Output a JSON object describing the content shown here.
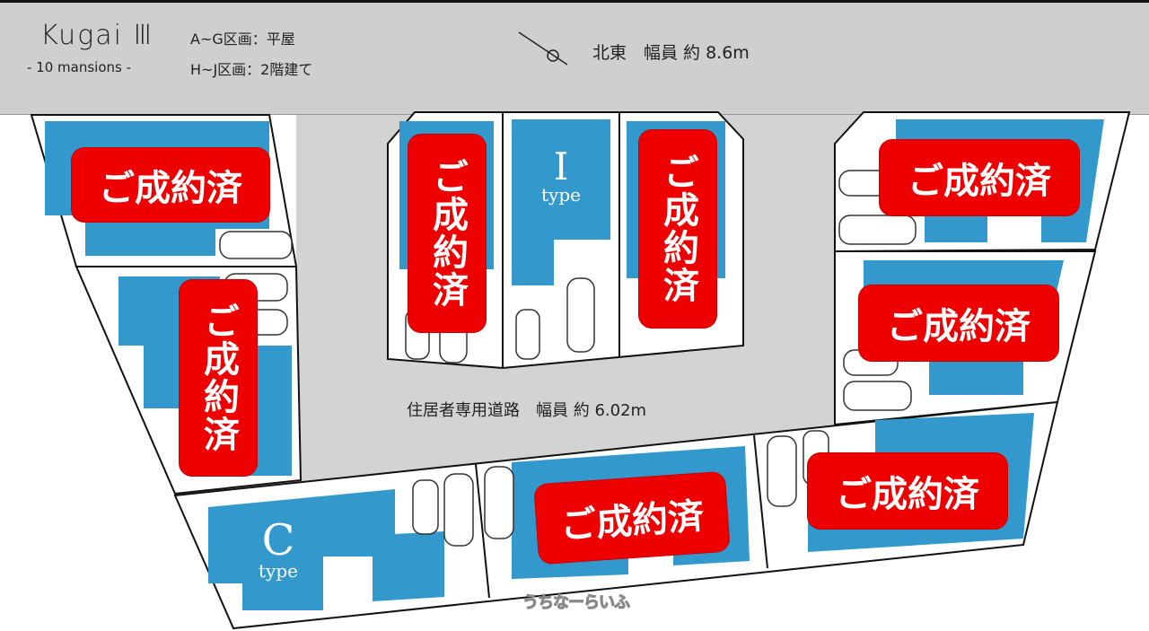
{
  "header": {
    "logo": "Kugai Ⅲ",
    "subtitle": "- 10 mansions -",
    "line1": "A~G区画：平屋",
    "line2": "H~J区画：2階建て",
    "front_road": "北東　幅員 約 8.6m"
  },
  "road_label": "住居者専用道路　幅員 約 6.02m",
  "stamp_text": "ご成約済",
  "lots": [
    {
      "stamp": "ご成約済"
    },
    {
      "stamp": "ご成約済"
    },
    {
      "stamp": "ご成約済"
    },
    {
      "type_letter": "I",
      "type_word": "type"
    },
    {
      "stamp": "ご成約済"
    },
    {
      "stamp": "ご成約済"
    },
    {
      "stamp": "ご成約済"
    },
    {
      "type_letter": "C",
      "type_word": "type"
    },
    {
      "stamp": "ご成約済"
    },
    {
      "stamp": "ご成約済"
    }
  ],
  "watermark": "うちなーらいふ",
  "colors": {
    "building": "#3399cc",
    "stamp": "#ee0000",
    "road": "#d3d3d3"
  }
}
